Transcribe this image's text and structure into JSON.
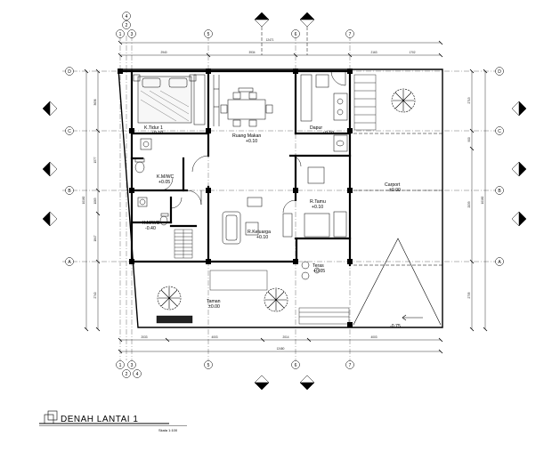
{
  "title": "DENAH LANTAI 1",
  "scale": "Skala 1:100",
  "grid": {
    "columns": [
      "1",
      "2",
      "3",
      "4",
      "5",
      "6",
      "7"
    ],
    "rows": [
      "D",
      "C",
      "B",
      "A"
    ]
  },
  "rooms": [
    {
      "name": "K.Tidur 1",
      "level": "+0.10"
    },
    {
      "name": "Ruang Makan",
      "level": "+0.10"
    },
    {
      "name": "Dapur",
      "level": "+0.10"
    },
    {
      "name": "K.M/WC",
      "level": "+0.05"
    },
    {
      "name": "K.M/WC",
      "level": "-0.40"
    },
    {
      "name": "Carport",
      "level": "±0.00"
    },
    {
      "name": "R.Tamu",
      "level": "+0.10"
    },
    {
      "name": "R.Keluarga",
      "level": "+0.10"
    },
    {
      "name": "Teras",
      "level": "+0.05"
    },
    {
      "name": "Taman",
      "level": "±0.00"
    }
  ],
  "annotations": {
    "carport_level": "-0.75"
  },
  "dimensions": {
    "top_overall": "12471",
    "top_segments": [
      "2940",
      "3934",
      "2163",
      "1702"
    ],
    "bottom_segments": [
      "2033",
      "4003",
      "2014",
      "4003"
    ],
    "bottom_overall": "12480",
    "left_segments": [
      "3636",
      "1577",
      "1063",
      "1847",
      "2740"
    ],
    "left_overall": "10182",
    "right_segments": [
      "2713",
      "900",
      "2033",
      "2735"
    ],
    "right_overall": "10182"
  }
}
